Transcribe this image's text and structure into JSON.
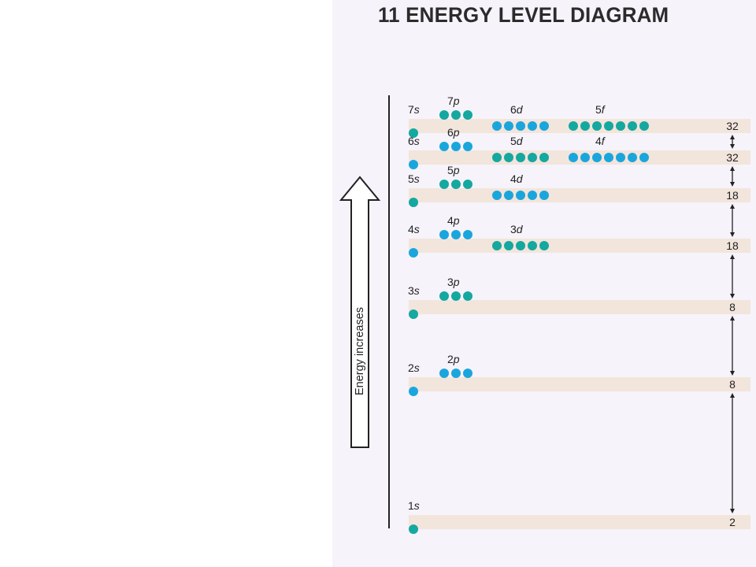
{
  "title": "11  ENERGY LEVEL DIAGRAM",
  "axis_label": "Energy increases",
  "colors": {
    "teal": "#14a8a0",
    "blue": "#1aa6dc",
    "band": "#f2e5dc",
    "background": "#f6f3fa"
  },
  "levels": [
    {
      "orbitals": [
        {
          "n": "7",
          "l": "s",
          "count": 1,
          "color": "teal"
        },
        {
          "n": "7",
          "l": "p",
          "count": 3,
          "color": "teal"
        },
        {
          "n": "6",
          "l": "d",
          "count": 5,
          "color": "blue"
        },
        {
          "n": "5",
          "l": "f",
          "count": 7,
          "color": "teal"
        }
      ],
      "capacity": "32"
    },
    {
      "orbitals": [
        {
          "n": "6",
          "l": "s",
          "count": 1,
          "color": "blue"
        },
        {
          "n": "6",
          "l": "p",
          "count": 3,
          "color": "blue"
        },
        {
          "n": "5",
          "l": "d",
          "count": 5,
          "color": "teal"
        },
        {
          "n": "4",
          "l": "f",
          "count": 7,
          "color": "blue"
        }
      ],
      "capacity": "32"
    },
    {
      "orbitals": [
        {
          "n": "5",
          "l": "s",
          "count": 1,
          "color": "teal"
        },
        {
          "n": "5",
          "l": "p",
          "count": 3,
          "color": "teal"
        },
        {
          "n": "4",
          "l": "d",
          "count": 5,
          "color": "blue"
        }
      ],
      "capacity": "18"
    },
    {
      "orbitals": [
        {
          "n": "4",
          "l": "s",
          "count": 1,
          "color": "blue"
        },
        {
          "n": "4",
          "l": "p",
          "count": 3,
          "color": "blue"
        },
        {
          "n": "3",
          "l": "d",
          "count": 5,
          "color": "teal"
        }
      ],
      "capacity": "18"
    },
    {
      "orbitals": [
        {
          "n": "3",
          "l": "s",
          "count": 1,
          "color": "teal"
        },
        {
          "n": "3",
          "l": "p",
          "count": 3,
          "color": "teal"
        }
      ],
      "capacity": "8"
    },
    {
      "orbitals": [
        {
          "n": "2",
          "l": "s",
          "count": 1,
          "color": "blue"
        },
        {
          "n": "2",
          "l": "p",
          "count": 3,
          "color": "blue"
        }
      ],
      "capacity": "8"
    },
    {
      "orbitals": [
        {
          "n": "1",
          "l": "s",
          "count": 1,
          "color": "teal"
        }
      ],
      "capacity": "2"
    }
  ]
}
